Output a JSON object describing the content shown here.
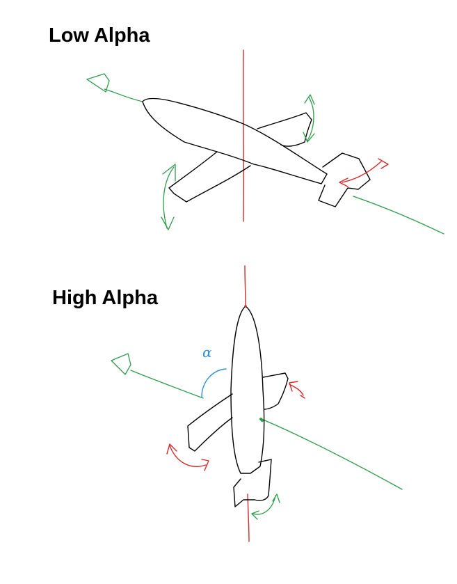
{
  "diagrams": {
    "low_alpha": {
      "title": "Low Alpha"
    },
    "high_alpha": {
      "title": "High Alpha",
      "angle_label": "α"
    }
  },
  "colors": {
    "roll_axis": "#d42a2a",
    "velocity_axis": "#2c9e4a",
    "angle": "#2a8fd4",
    "outline": "#000000"
  }
}
